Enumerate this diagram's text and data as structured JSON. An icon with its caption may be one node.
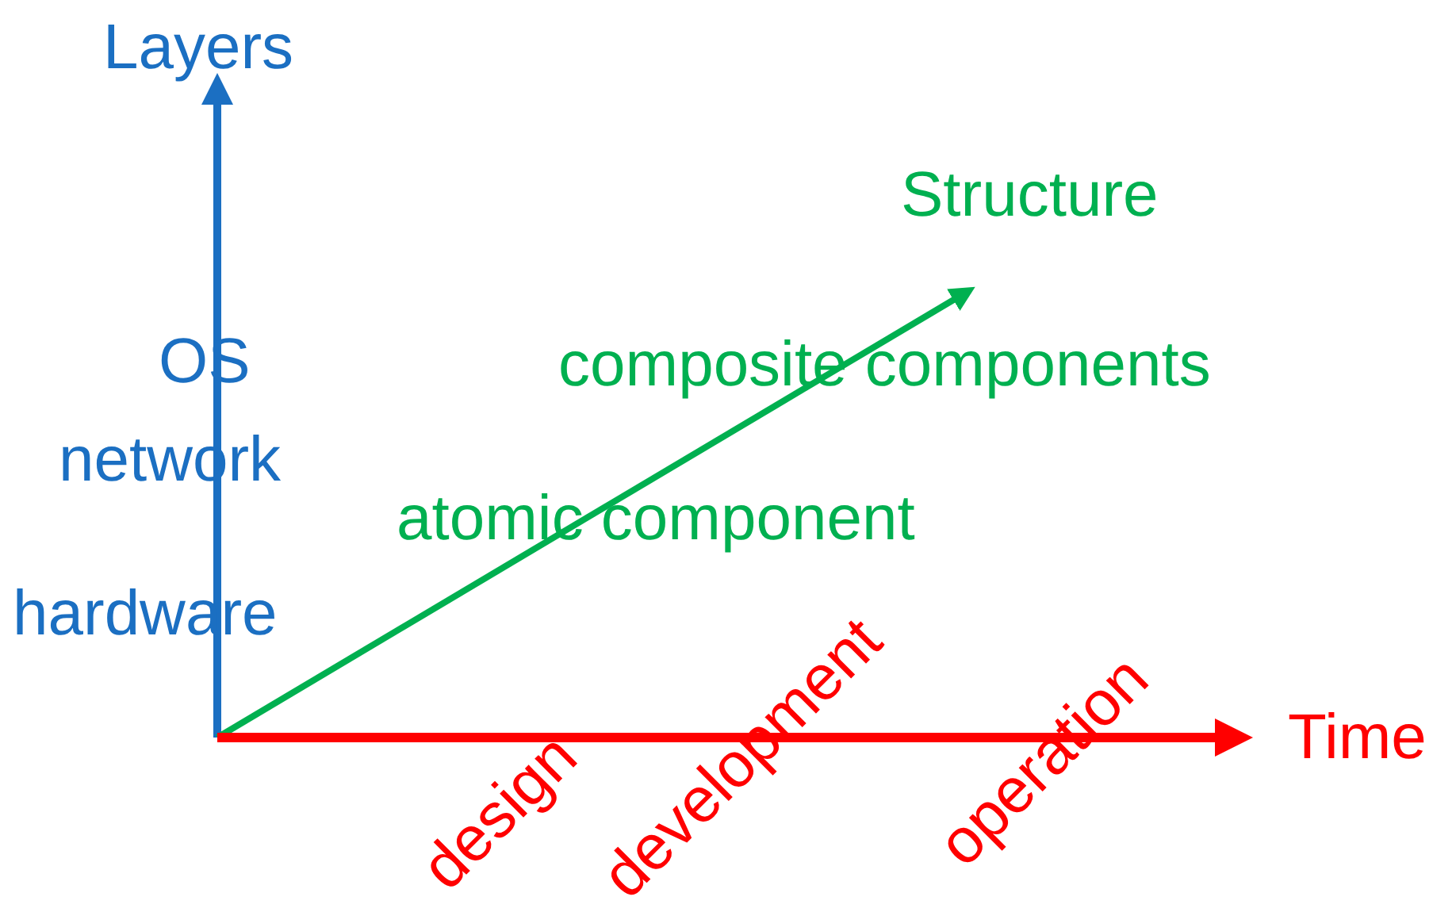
{
  "diagram": {
    "labels": [
      "Layers",
      "OS",
      "network",
      "hardware",
      "Structure",
      "composite components",
      "atomic component",
      "Time",
      "design",
      "development",
      "operation"
    ]
  }
}
